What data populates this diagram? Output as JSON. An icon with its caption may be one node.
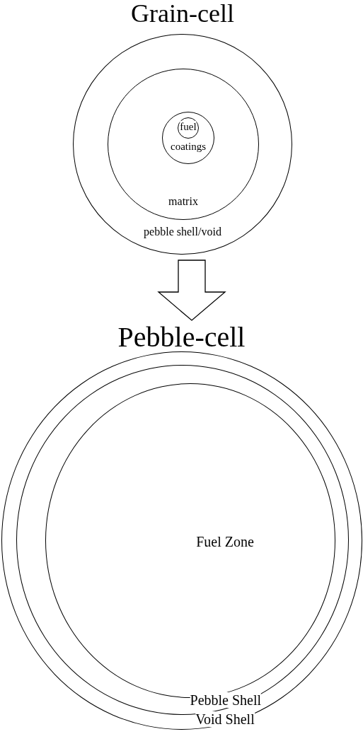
{
  "diagram": {
    "nodes": [
      {
        "text": [
          "Grain-cell",
          "pebble shell/void"
        ]
      },
      {
        "text": [
          "matrix"
        ],
        "in": 0
      },
      {
        "text": [
          "coatings"
        ],
        "in": 1
      },
      {
        "text": [
          "fuel"
        ],
        "in": 2
      },
      {
        "text": [
          "Pebble-cell",
          "Void Shell"
        ]
      },
      {
        "text": [
          "Pebble Shell"
        ],
        "in": 4
      },
      {
        "text": [
          "Fuel Zone"
        ],
        "in": 5
      }
    ],
    "edges": [
      {
        "from": 0,
        "to": 4,
        "arrow": "to"
      }
    ]
  }
}
